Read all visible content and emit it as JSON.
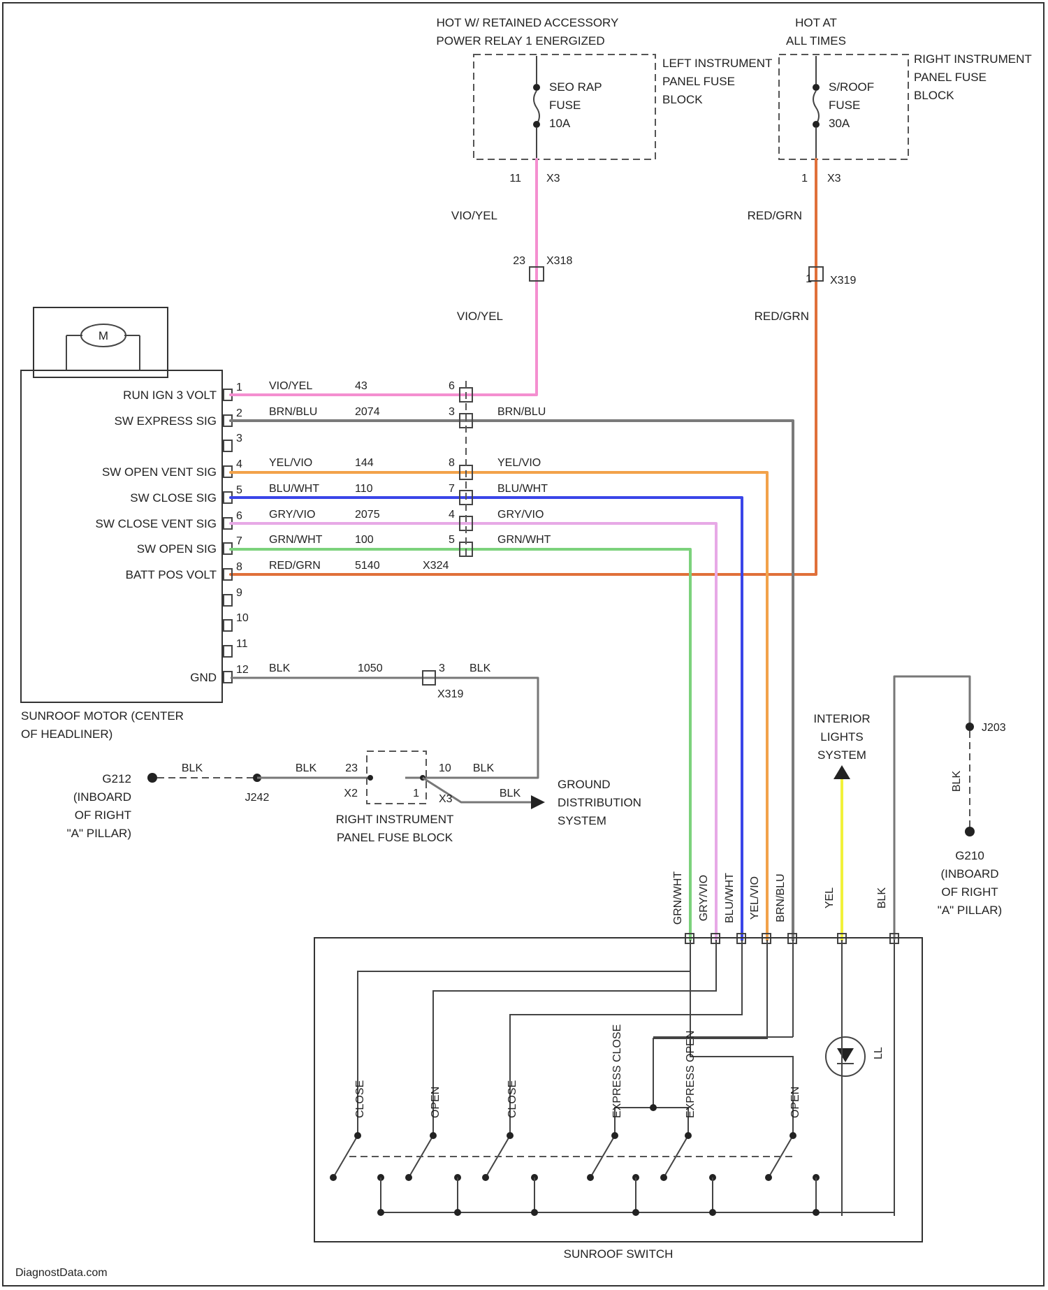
{
  "header": {
    "hot_relay_line1": "HOT W/ RETAINED ACCESSORY",
    "hot_relay_line2": "POWER RELAY 1 ENERGIZED",
    "hot_all_line1": "HOT AT",
    "hot_all_line2": "ALL TIMES"
  },
  "left_fuse_block": {
    "label_line1": "LEFT INSTRUMENT",
    "label_line2": "PANEL FUSE",
    "label_line3": "BLOCK",
    "fuse_line1": "SEO RAP",
    "fuse_line2": "FUSE",
    "fuse_line3": "10A",
    "pin": "11",
    "connector": "X3"
  },
  "right_fuse_block_top": {
    "label_line1": "RIGHT INSTRUMENT",
    "label_line2": "PANEL FUSE",
    "label_line3": "BLOCK",
    "fuse_line1": "S/ROOF",
    "fuse_line2": "FUSE",
    "fuse_line3": "30A",
    "pin": "1",
    "connector": "X3"
  },
  "vertical_wires": {
    "vio_yel_1": "VIO/YEL",
    "vio_yel_2": "VIO/YEL",
    "x318_pin": "23",
    "x318": "X318",
    "red_grn_1": "RED/GRN",
    "red_grn_2": "RED/GRN",
    "x319_pin": "1",
    "x319": "X319"
  },
  "motor": {
    "symbol": "M",
    "label_line1": "SUNROOF MOTOR (CENTER",
    "label_line2": "OF HEADLINER)",
    "pins": [
      {
        "num": "1",
        "label": "RUN IGN 3 VOLT",
        "wire": "VIO/YEL",
        "circuit": "43",
        "conn_pin": "6",
        "right_wire": ""
      },
      {
        "num": "2",
        "label": "SW EXPRESS SIG",
        "wire": "BRN/BLU",
        "circuit": "2074",
        "conn_pin": "3",
        "right_wire": "BRN/BLU"
      },
      {
        "num": "3",
        "label": "",
        "wire": "",
        "circuit": "",
        "conn_pin": "",
        "right_wire": ""
      },
      {
        "num": "4",
        "label": "SW OPEN VENT SIG",
        "wire": "YEL/VIO",
        "circuit": "144",
        "conn_pin": "8",
        "right_wire": "YEL/VIO"
      },
      {
        "num": "5",
        "label": "SW CLOSE SIG",
        "wire": "BLU/WHT",
        "circuit": "110",
        "conn_pin": "7",
        "right_wire": "BLU/WHT"
      },
      {
        "num": "6",
        "label": "SW CLOSE VENT SIG",
        "wire": "GRY/VIO",
        "circuit": "2075",
        "conn_pin": "4",
        "right_wire": "GRY/VIO"
      },
      {
        "num": "7",
        "label": "SW OPEN SIG",
        "wire": "GRN/WHT",
        "circuit": "100",
        "conn_pin": "5",
        "right_wire": "GRN/WHT"
      },
      {
        "num": "8",
        "label": "BATT POS VOLT",
        "wire": "RED/GRN",
        "circuit": "5140",
        "conn_pin": "X324",
        "right_wire": ""
      },
      {
        "num": "9",
        "label": "",
        "wire": "",
        "circuit": "",
        "conn_pin": "",
        "right_wire": ""
      },
      {
        "num": "10",
        "label": "",
        "wire": "",
        "circuit": "",
        "conn_pin": "",
        "right_wire": ""
      },
      {
        "num": "11",
        "label": "",
        "wire": "",
        "circuit": "",
        "conn_pin": "",
        "right_wire": ""
      },
      {
        "num": "12",
        "label": "GND",
        "wire": "BLK",
        "circuit": "1050",
        "conn_pin": "3",
        "right_wire": "BLK"
      }
    ],
    "gnd_connector": "X319"
  },
  "ground": {
    "g212_line1": "G212",
    "g212_line2": "(INBOARD",
    "g212_line3": "OF RIGHT",
    "g212_line4": "\"A\" PILLAR)",
    "wire_blk_1": "BLK",
    "wire_blk_2": "BLK",
    "wire_blk_3": "BLK",
    "wire_blk_4": "BLK",
    "splice": "J242",
    "pin_23": "23",
    "conn_x2": "X2",
    "pin_10": "10",
    "pin_1": "1",
    "conn_x3": "X3",
    "fuse_block_line1": "RIGHT INSTRUMENT",
    "fuse_block_line2": "PANEL FUSE BLOCK",
    "dist_line1": "GROUND",
    "dist_line2": "DISTRIBUTION",
    "dist_line3": "SYSTEM"
  },
  "right_side": {
    "interior_line1": "INTERIOR",
    "interior_line2": "LIGHTS",
    "interior_line3": "SYSTEM",
    "splice": "J203",
    "blk": "BLK",
    "g210_line1": "G210",
    "g210_line2": "(INBOARD",
    "g210_line3": "OF RIGHT",
    "g210_line4": "\"A\" PILLAR)"
  },
  "switch": {
    "label": "SUNROOF SWITCH",
    "wires": [
      "GRN/WHT",
      "GRY/VIO",
      "BLU/WHT",
      "YEL/VIO",
      "BRN/BLU",
      "YEL",
      "BLK"
    ],
    "led": "LL",
    "contacts": [
      "CLOSE",
      "OPEN",
      "CLOSE",
      "EXPRESS CLOSE",
      "EXPRESS OPEN",
      "OPEN"
    ]
  },
  "footer": {
    "watermark": "DiagnostData.com"
  },
  "colors": {
    "vio_yel": "#f48fd0",
    "red_grn": "#e0703a",
    "brn_blu": "#7a7a7a",
    "yel_vio": "#f2a24a",
    "blu_wht": "#3a45e8",
    "gry_vio": "#e7a9e6",
    "grn_wht": "#7cd27c",
    "yel": "#f2f23a",
    "blk": "#777777"
  }
}
